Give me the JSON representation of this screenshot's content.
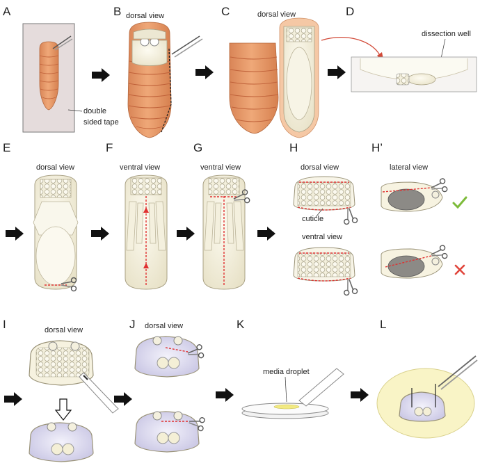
{
  "panels": {
    "A": {
      "letter": "A",
      "caption_line1": "double",
      "caption_line2": "sided tape"
    },
    "B": {
      "letter": "B",
      "view": "dorsal view"
    },
    "C": {
      "letter": "C",
      "view": "dorsal view"
    },
    "D": {
      "letter": "D",
      "caption": "dissection well"
    },
    "E": {
      "letter": "E",
      "view": "dorsal view"
    },
    "F": {
      "letter": "F",
      "view": "ventral view"
    },
    "G": {
      "letter": "G",
      "view": "ventral view"
    },
    "H": {
      "letter": "H",
      "view_top": "dorsal view",
      "view_bottom": "ventral view",
      "caption": "cuticle"
    },
    "H2": {
      "letter": "H’",
      "view": "lateral view"
    },
    "I": {
      "letter": "I",
      "view": "dorsal view"
    },
    "J": {
      "letter": "J",
      "view": "dorsal view"
    },
    "K": {
      "letter": "K",
      "caption": "media droplet"
    },
    "L": {
      "letter": "L"
    }
  },
  "colors": {
    "pupa_orange": "#e49a6a",
    "pupa_stripe": "#c9724a",
    "tissue_cream": "#f6f2e0",
    "tissue_outline": "#b9b294",
    "cut_red": "#e03030",
    "check_green": "#7dbb3a",
    "cross_red": "#e0443a",
    "arrow_black": "#111111"
  }
}
